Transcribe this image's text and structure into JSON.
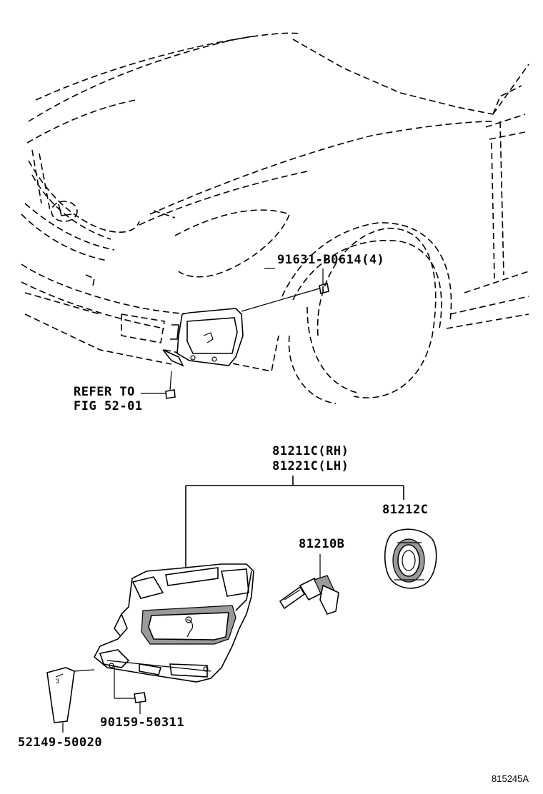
{
  "labels": {
    "bolt_top": "91631-B0614(4)",
    "refer_line1": "REFER TO",
    "refer_line2": "FIG 52-01",
    "lamp_rh": "81211C(RH)",
    "lamp_lh": "81221C(LH)",
    "socket": "81212C",
    "bulb": "81210B",
    "screw": "90159-50311",
    "bracket": "52149-50020"
  },
  "figure_ref": "815245A"
}
